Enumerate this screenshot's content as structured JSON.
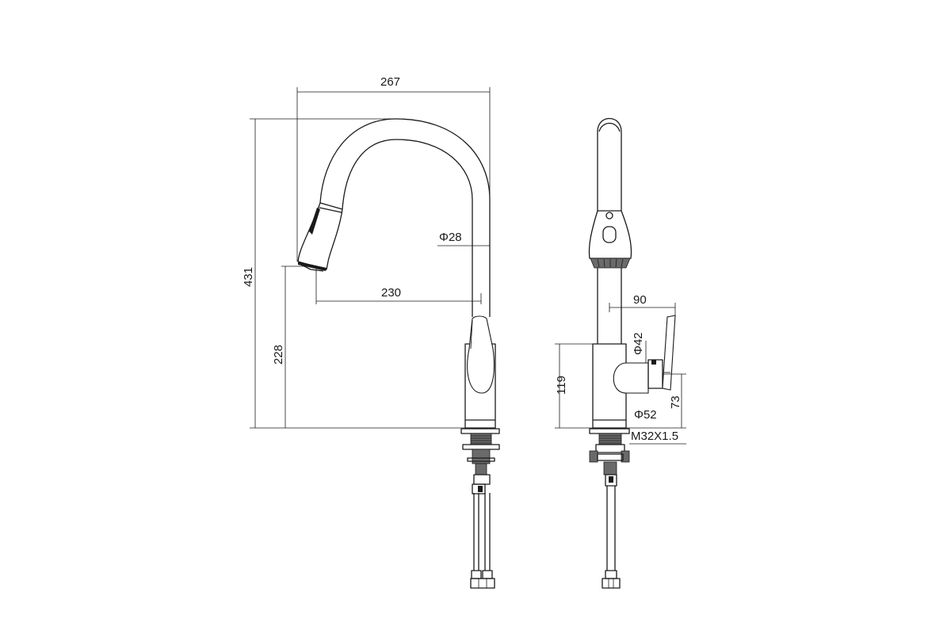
{
  "dimensions": {
    "overall_width": "267",
    "overall_height": "431",
    "spout_outlet_height": "228",
    "spout_reach": "230",
    "spout_tube_diameter": "Φ28",
    "lever_projection": "90",
    "handle_diameter": "Φ42",
    "body_height": "119",
    "lever_height": "73",
    "body_diameter": "Φ52",
    "thread_spec": "M32X1.5"
  }
}
